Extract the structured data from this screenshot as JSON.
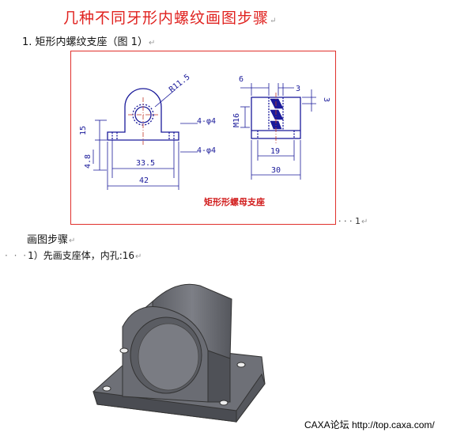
{
  "doc": {
    "title": "几种不同牙形内螺纹画图步骤",
    "para_mark": "↵",
    "line1": "1. 矩形内螺纹支座（图 1）",
    "figure_caption": "矩形形螺母支座",
    "figure_number": "· · · 1",
    "line2": "画图步骤",
    "line3_dots": "· · ·",
    "line3": "1）先画支座体，内孔:16",
    "watermark": "CAXA论坛 http://top.caxa.com/"
  },
  "drawing": {
    "front_view": {
      "radius_label": "R11.5",
      "height_15": "15",
      "height_48": "4.8",
      "hole_label_top": "4-φ4",
      "hole_label_bottom": "4-φ4",
      "width_335": "33.5",
      "width_42": "42"
    },
    "side_view": {
      "dim_6": "6",
      "dim_3_top": "3",
      "dim_3_right": "3",
      "thread_label": "M16",
      "width_19": "19",
      "width_30": "30"
    },
    "colors": {
      "line": "#1a1a9a",
      "center": "#c0392b",
      "hatch": "#1a1a9a",
      "caption": "#d22020",
      "border": "#e0302c"
    }
  },
  "render": {
    "body_color": "#6e7077",
    "light": "#8c8e95",
    "dark": "#4a4c52"
  }
}
